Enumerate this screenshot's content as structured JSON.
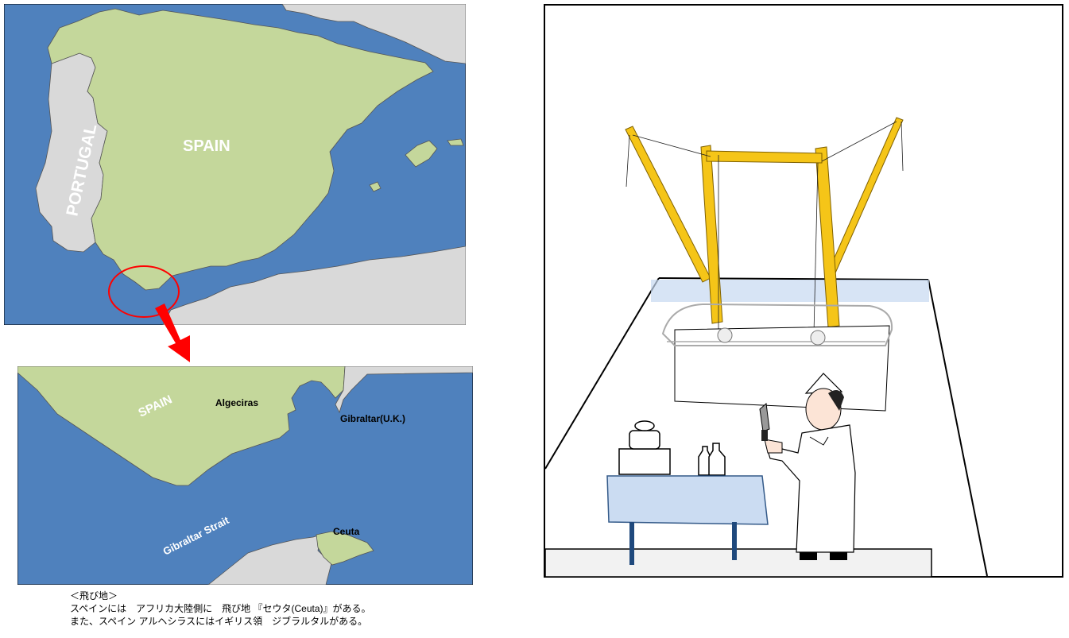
{
  "top_map": {
    "portugal_label": "PORTUGAL",
    "spain_label": "SPAIN",
    "colors": {
      "sea": "#4f81bd",
      "spain": "#c4d79b",
      "other_land": "#d9d9d9",
      "highlight": "#ff0000"
    }
  },
  "detail_map": {
    "spain_label": "SPAIN",
    "algeciras_label": "Algeciras",
    "gibraltar_label": "Gibraltar(U.K.)",
    "strait_label": "Gibraltar Strait",
    "ceuta_label": "Ceuta"
  },
  "caption": {
    "title": "＜飛び地＞",
    "line1": "スペインには　アフリカ大陸側に　飛び地 『セウタ(Ceuta)』がある。",
    "line2": "また、スペイン アルヘシラスにはイギリス領　ジブラルタルがある。"
  },
  "scene": {
    "colors": {
      "crane": "#f5c518",
      "table_glass": "#c6d9f1",
      "table_legs": "#1f497d"
    }
  }
}
